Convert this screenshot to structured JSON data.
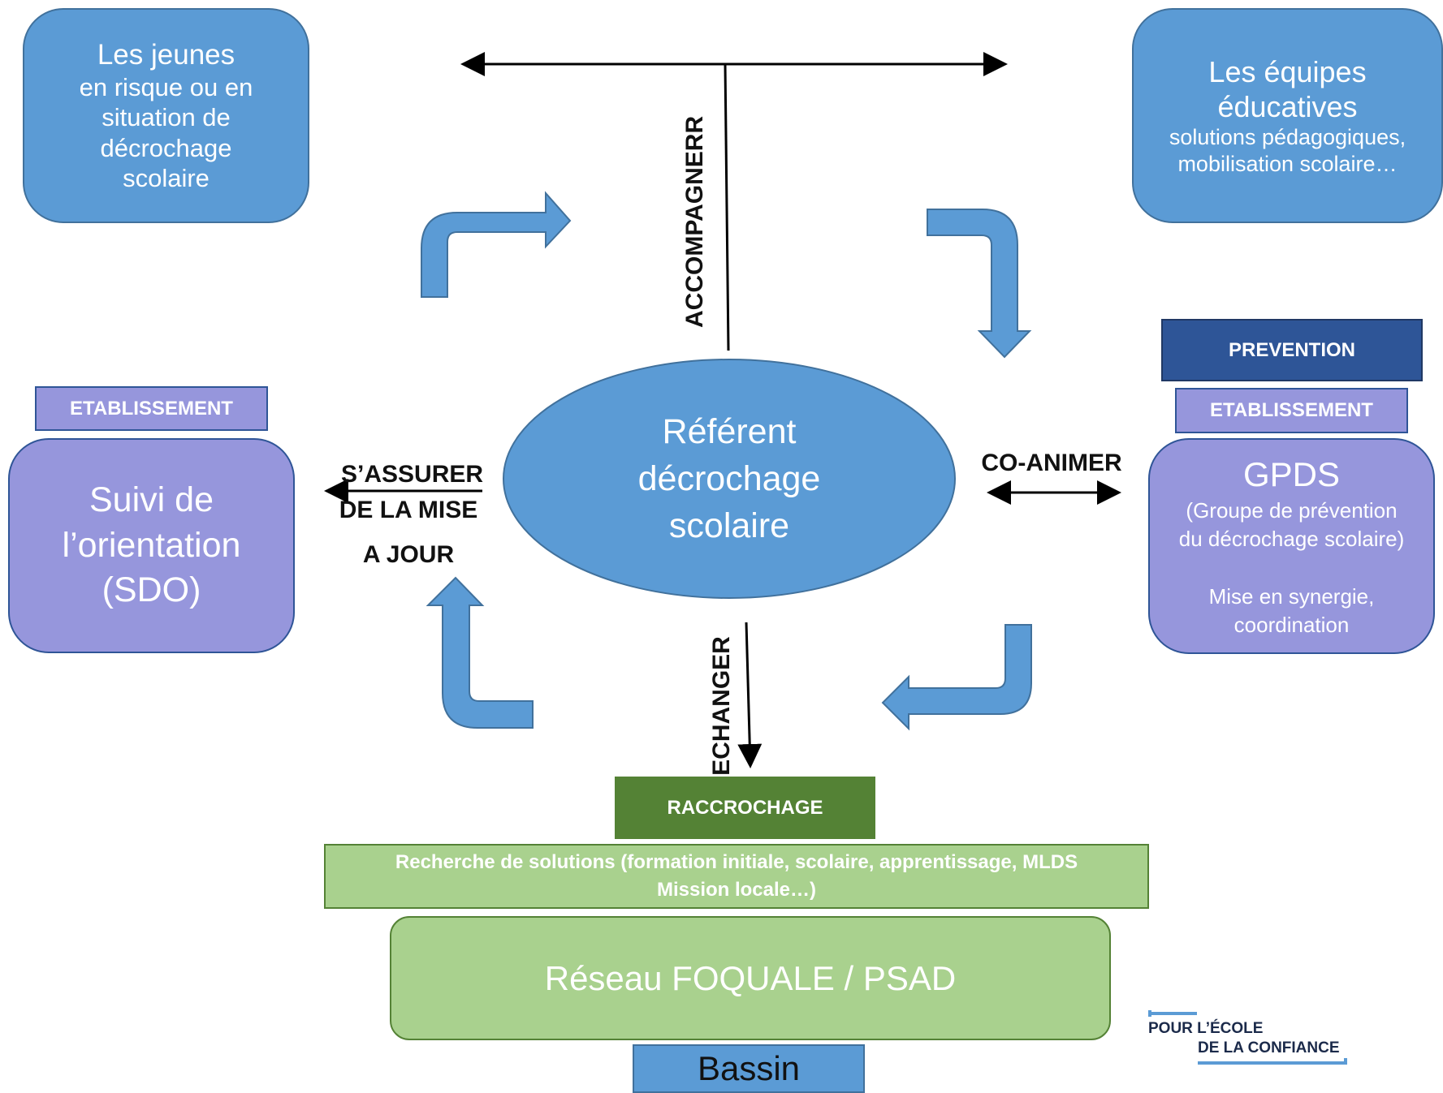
{
  "jeunes": {
    "title": "Les jeunes",
    "lines": [
      "en risque ou en",
      "situation de",
      "décrochage",
      "scolaire"
    ]
  },
  "equipes": {
    "title_1": "Les équipes",
    "title_2": "éducatives",
    "lines": [
      "solutions pédagogiques,",
      "mobilisation scolaire…"
    ]
  },
  "accompagner": "ACCOMPAGNERR",
  "referent": {
    "lines": [
      "Référent",
      "décrochage",
      "scolaire"
    ]
  },
  "sassurer": {
    "lines": [
      "S’ASSURER",
      "DE LA MISE",
      "A JOUR"
    ]
  },
  "co_animer": "CO-ANIMER",
  "echanger": "ECHANGER",
  "left_tag": "ETABLISSEMENT",
  "sdo": {
    "lines": [
      "Suivi de",
      "l’orientation",
      "(SDO)"
    ]
  },
  "prevention_tag": "PREVENTION",
  "right_tag": "ETABLISSEMENT",
  "gpds": {
    "title": "GPDS",
    "lines": [
      "(Groupe de prévention",
      "du décrochage scolaire)"
    ],
    "lines2": [
      "Mise en synergie,",
      "coordination"
    ]
  },
  "raccrochage_tag": "RACCROCHAGE",
  "recherche": {
    "lines": [
      "Recherche de solutions (formation initiale, scolaire, apprentissage, MLDS",
      "Mission locale…)"
    ]
  },
  "reseau": "Réseau FOQUALE / PSAD",
  "bassin": "Bassin",
  "logo": {
    "line1": "POUR L’ÉCOLE",
    "line2": "DE LA CONFIANCE"
  },
  "colors": {
    "blue": "#5b9bd5",
    "purple": "#9696dc",
    "navy": "#2e5597",
    "dark_green": "#548235",
    "light_green": "#a9d18e"
  }
}
